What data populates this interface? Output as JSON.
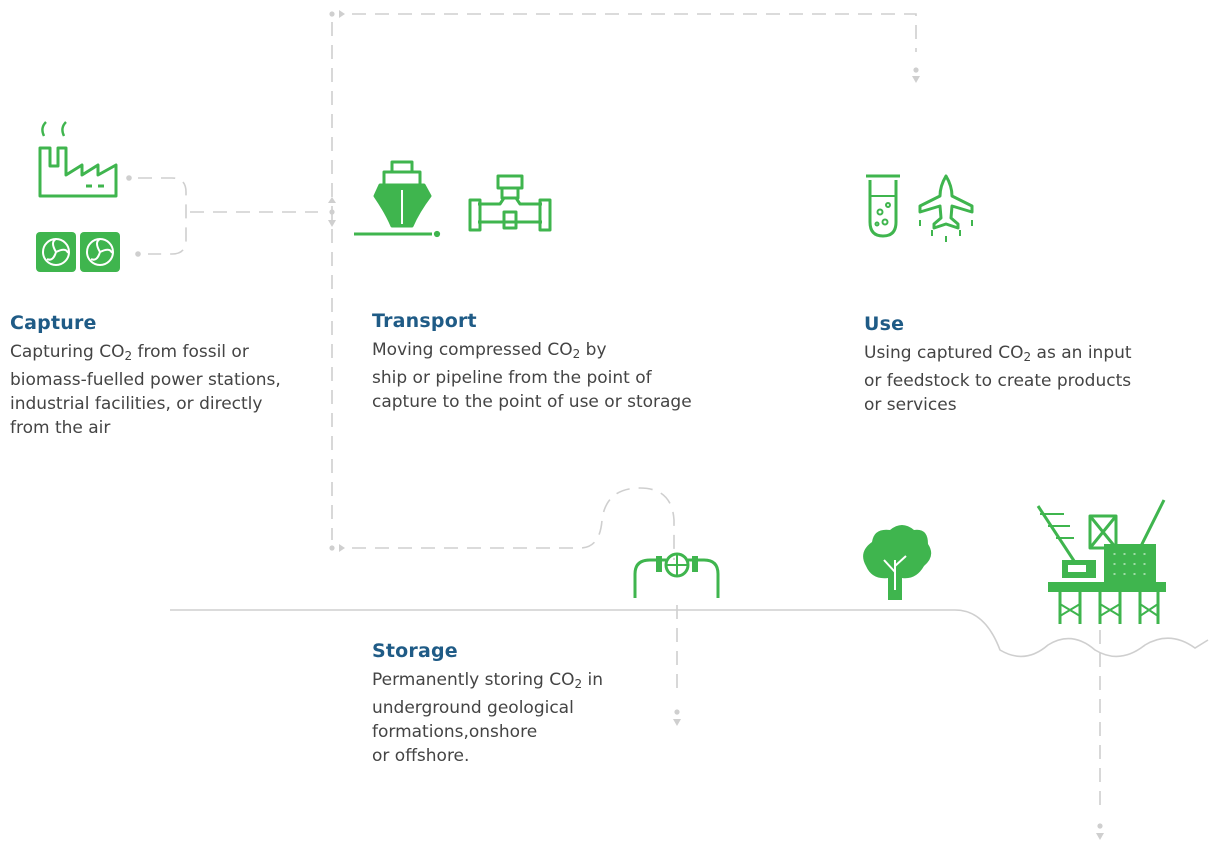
{
  "colors": {
    "icon_green": "#3fb54e",
    "title_blue": "#1f5b86",
    "body_text": "#444444",
    "flow_line": "#cfcfcf"
  },
  "stages": {
    "capture": {
      "title": "Capture",
      "desc_before": "Capturing CO",
      "desc_sub": "2",
      "desc_after": " from fossil or\nbiomass-fuelled power stations,\nindustrial facilities, or directly\nfrom the air",
      "icons": [
        "factory-icon",
        "direct-air-capture-fans-icon"
      ]
    },
    "transport": {
      "title": "Transport",
      "desc_before": "Moving compressed CO",
      "desc_sub": "2",
      "desc_after": " by\nship or pipeline from the point of\ncapture to the point of use or storage",
      "icons": [
        "ship-icon",
        "pipeline-valve-icon"
      ]
    },
    "use": {
      "title": "Use",
      "desc_before": "Using captured CO",
      "desc_sub": "2",
      "desc_after": " as an input\nor feedstock to create products\nor services",
      "icons": [
        "test-tube-icon",
        "airplane-icon"
      ]
    },
    "storage": {
      "title": "Storage",
      "desc_before": "Permanently storing CO",
      "desc_sub": "2",
      "desc_after": " in\nunderground geological\nformations,onshore\nor offshore.",
      "icons": [
        "wellhead-pipe-icon",
        "tree-icon",
        "offshore-platform-icon"
      ]
    }
  }
}
